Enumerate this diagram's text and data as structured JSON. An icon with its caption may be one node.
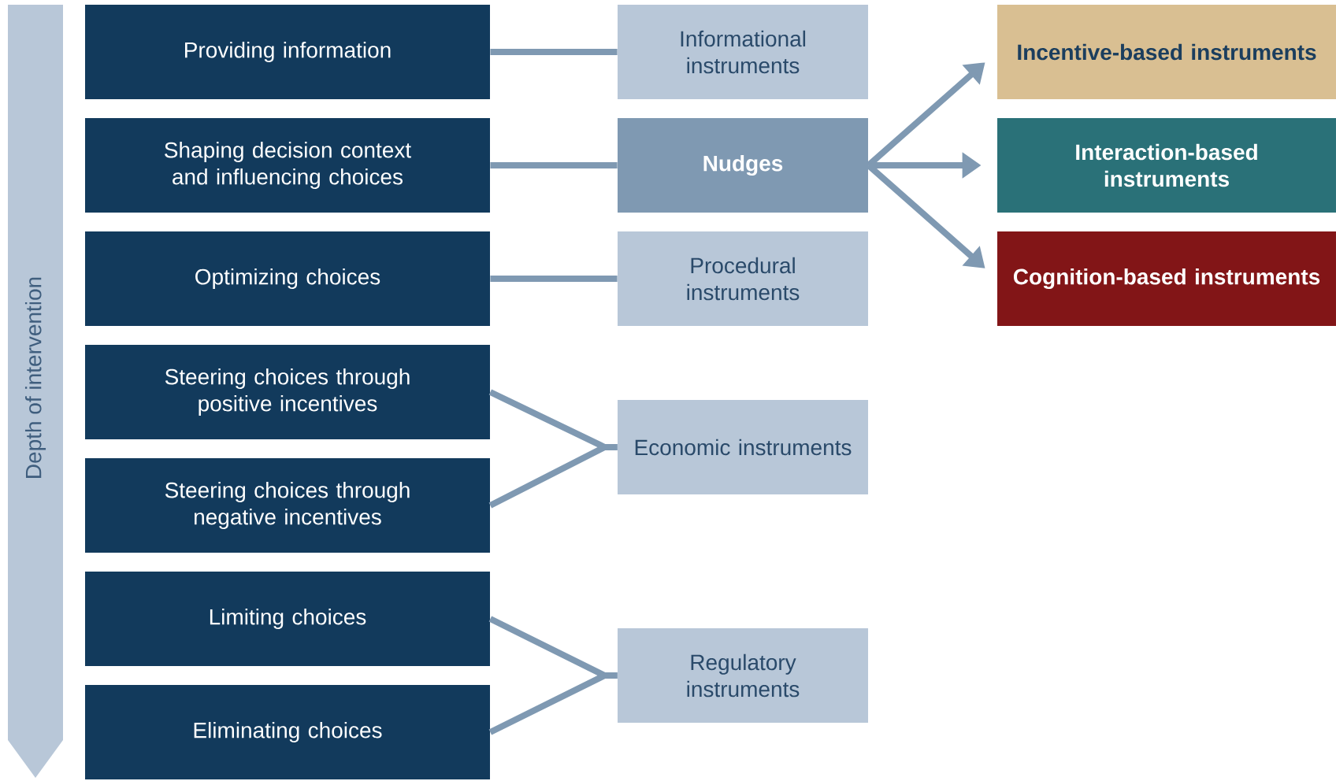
{
  "diagram": {
    "nodes": [
      {
        "text": [
          "Depth of intervention"
        ]
      },
      {
        "text": [
          "Providing information"
        ]
      },
      {
        "text": [
          "Informational instruments"
        ]
      },
      {
        "text": [
          "Shaping decision context and influencing choices"
        ]
      },
      {
        "text": [
          "Nudges"
        ]
      },
      {
        "text": [
          "Incentive-based instruments"
        ]
      },
      {
        "text": [
          "Interaction-based instruments"
        ]
      },
      {
        "text": [
          "Cognition-based instruments"
        ]
      },
      {
        "text": [
          "Optimizing choices"
        ]
      },
      {
        "text": [
          "Procedural instruments"
        ]
      },
      {
        "text": [
          "Steering choices through positive incentives"
        ]
      },
      {
        "text": [
          "Steering choices through negative incentives"
        ]
      },
      {
        "text": [
          "Economic instruments"
        ]
      },
      {
        "text": [
          "Limiting choices"
        ]
      },
      {
        "text": [
          "Eliminating choices"
        ]
      },
      {
        "text": [
          "Regulatory instruments"
        ]
      }
    ],
    "edges": [
      {
        "from": 1,
        "to": 2,
        "arrow": "none"
      },
      {
        "from": 3,
        "to": 4,
        "arrow": "none"
      },
      {
        "from": 4,
        "to": 5,
        "arrow": "to"
      },
      {
        "from": 4,
        "to": 6,
        "arrow": "to"
      },
      {
        "from": 4,
        "to": 7,
        "arrow": "to"
      },
      {
        "from": 8,
        "to": 9,
        "arrow": "none"
      },
      {
        "from": 10,
        "to": 12,
        "arrow": "none"
      },
      {
        "from": 11,
        "to": 12,
        "arrow": "none"
      },
      {
        "from": 13,
        "to": 15,
        "arrow": "none"
      },
      {
        "from": 14,
        "to": 15,
        "arrow": "none"
      }
    ]
  }
}
